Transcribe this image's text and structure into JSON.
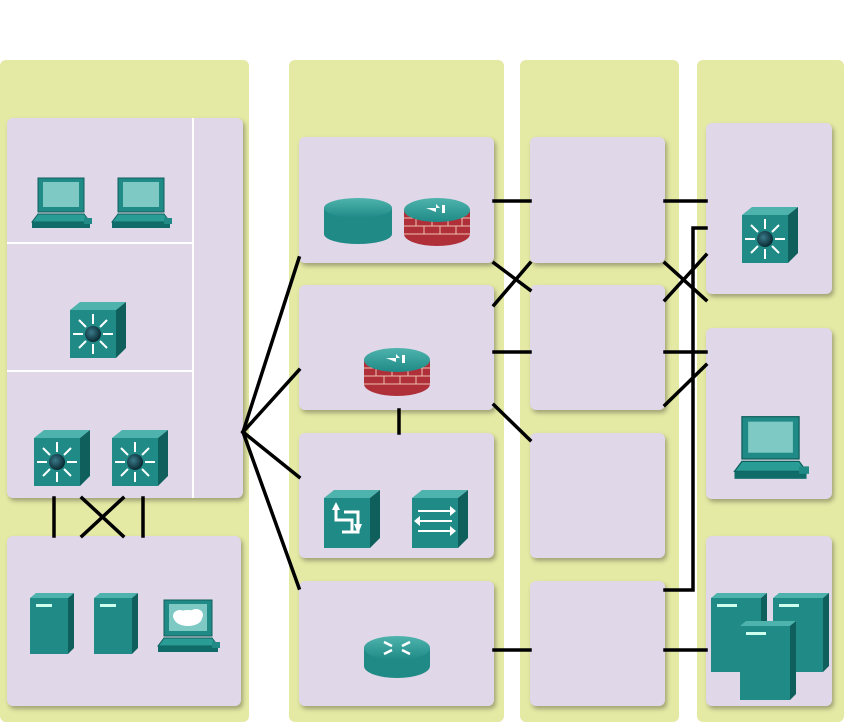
{
  "diagram": {
    "colors": {
      "column_bg": "#e4e9a4",
      "box_bg": "#e0d8e9",
      "device_teal": "#1f8a86",
      "device_dark": "#0f5f5c",
      "firewall_red": "#b0303a",
      "link": "#000000"
    },
    "columns": [
      "column-1",
      "column-2",
      "column-3",
      "column-4"
    ],
    "devices": [
      {
        "name": "pc-icon",
        "count": 2
      },
      {
        "name": "multilayer-switch-icon",
        "count": 4
      },
      {
        "name": "server-icon",
        "count": 5
      },
      {
        "name": "cloud-pc-icon",
        "count": 1
      },
      {
        "name": "database-icon",
        "count": 1
      },
      {
        "name": "firewall-icon",
        "count": 2
      },
      {
        "name": "ip-phone-switch-icon",
        "count": 1
      },
      {
        "name": "layer2-switch-icon",
        "count": 1
      },
      {
        "name": "router-icon",
        "count": 1
      }
    ]
  }
}
